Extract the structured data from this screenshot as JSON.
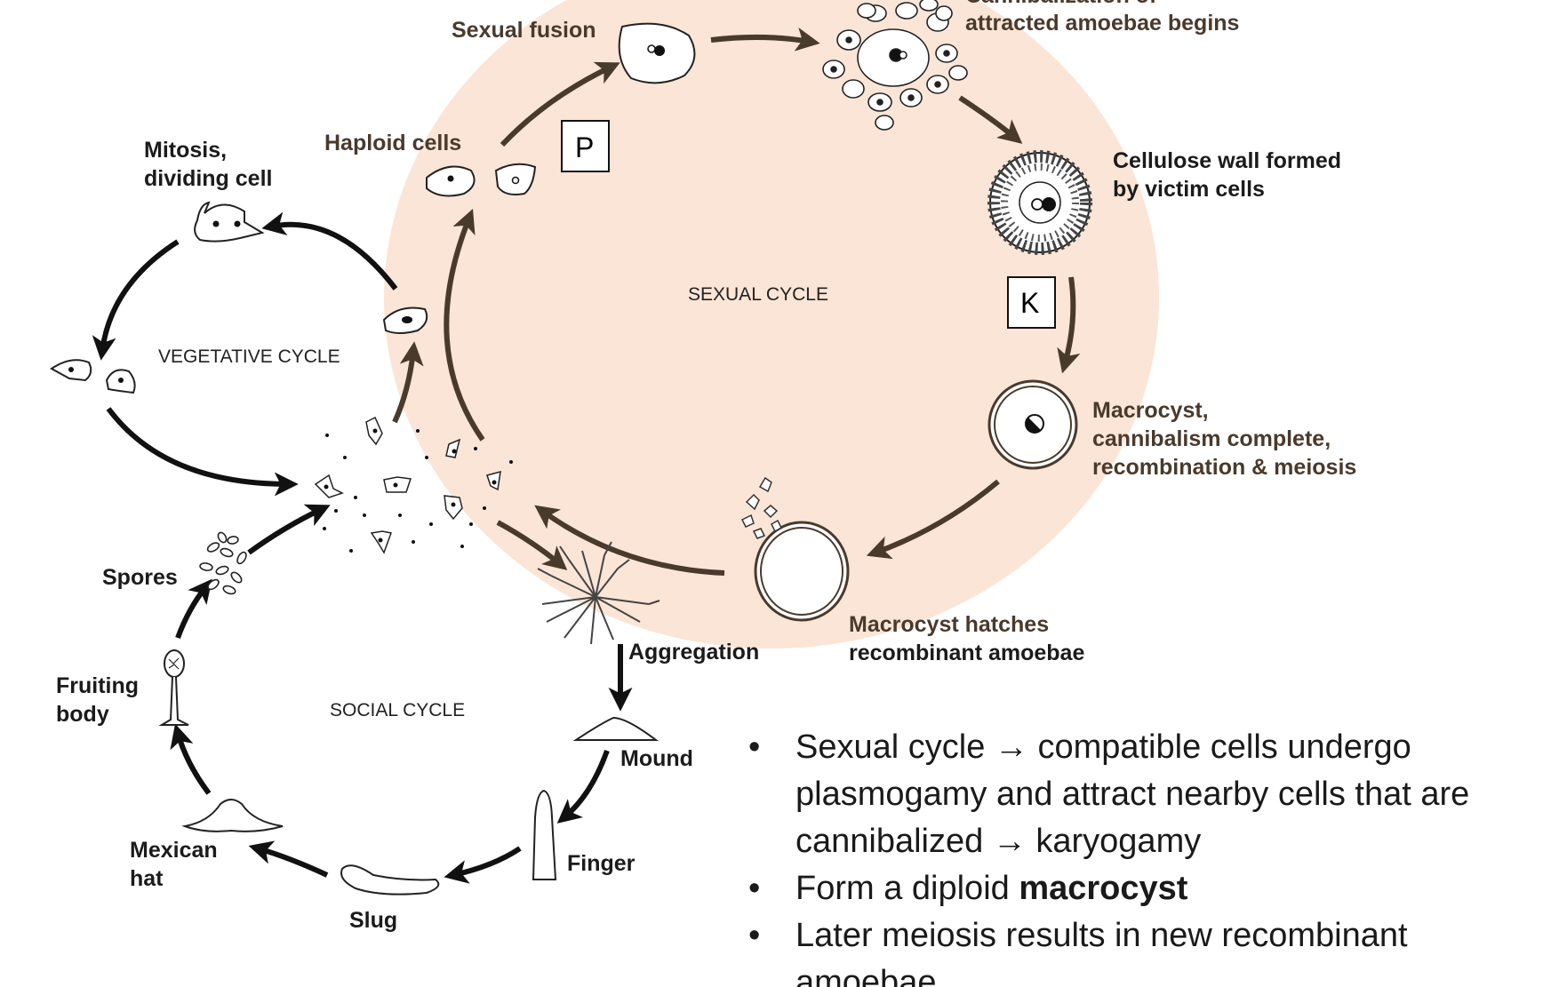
{
  "diagram": {
    "sexual_labels": {
      "top_partial_line1": "Cannibalization of",
      "top_partial_line2": "attracted amoebae begins",
      "sexual_fusion": "Sexual fusion",
      "haploid_cells": "Haploid cells",
      "cellulose_line1": "Cellulose wall formed",
      "cellulose_line2": "by victim cells",
      "macrocyst_line1": "Macrocyst,",
      "macrocyst_line2": "cannibalism complete,",
      "macrocyst_line3": "recombination & meiosis",
      "hatch_line1": "Macrocyst hatches",
      "hatch_line2": "recombinant amoebae"
    },
    "vegetative_labels": {
      "mitosis_line1": "Mitosis,",
      "mitosis_line2": "dividing cell"
    },
    "social_labels": {
      "spores": "Spores",
      "fruiting_line1": "Fruiting",
      "fruiting_line2": "body",
      "aggregation": "Aggregation",
      "mound": "Mound",
      "finger": "Finger",
      "slug": "Slug",
      "mexican_hat_line1": "Mexican",
      "mexican_hat_line2": "hat"
    },
    "cycles": {
      "sexual": "SEXUAL CYCLE",
      "vegetative": "VEGETATIVE CYCLE",
      "social": "SOCIAL CYCLE"
    },
    "boxes": {
      "p": "P",
      "k": "K"
    },
    "colors": {
      "sexual_background": "#fbe5d6",
      "brown_arrow": "#4a3a2c",
      "dark_arrow": "#111111"
    }
  },
  "bullets": [
    {
      "text": "Sexual cycle → compatible cells undergo plasmogamy and attract nearby cells that are cannibalized → karyogamy"
    },
    {
      "before": "Form a diploid ",
      "bold": "macrocyst"
    },
    {
      "text": "Later meiosis results in new recombinant amoebae"
    }
  ]
}
